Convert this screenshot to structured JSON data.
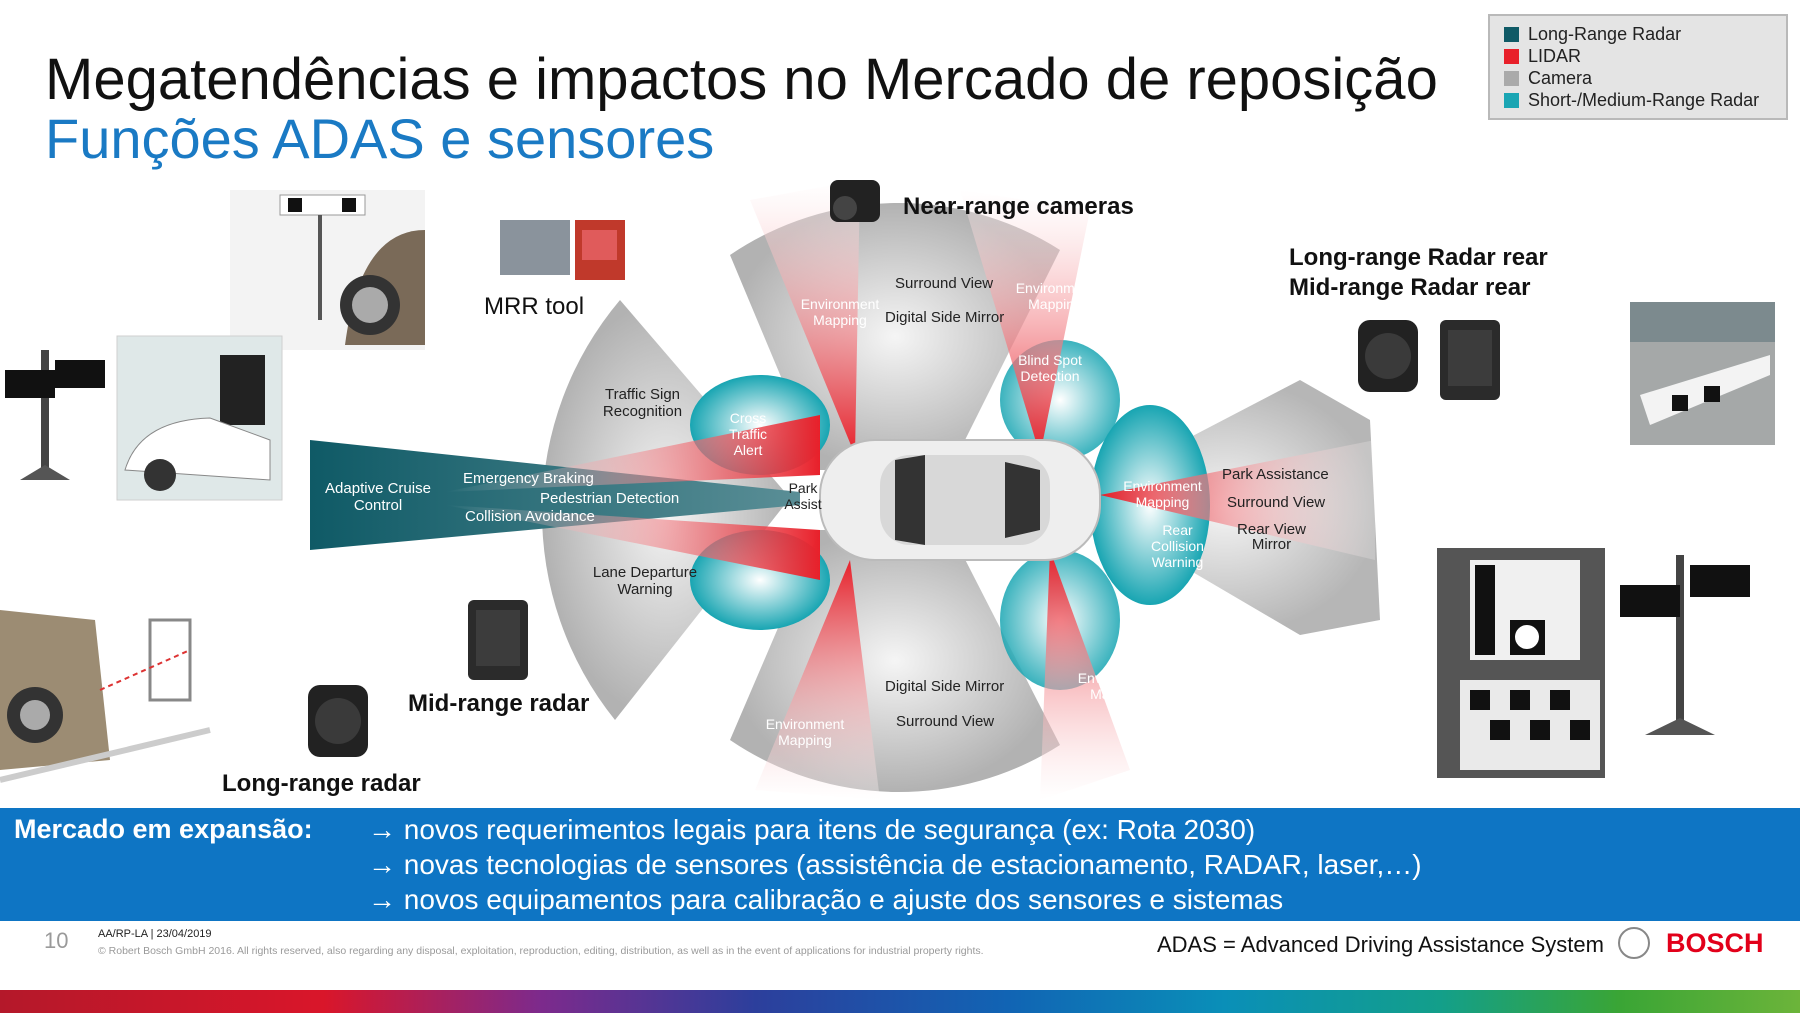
{
  "header": {
    "title": "Megatendências e impactos no Mercado de reposição",
    "subtitle": "Funções ADAS e sensores"
  },
  "legend": {
    "items": [
      {
        "label": "Long-Range Radar",
        "color": "#0f5a66"
      },
      {
        "label": "LIDAR",
        "color": "#e8202a"
      },
      {
        "label": "Camera",
        "color": "#aaaaaa"
      },
      {
        "label": "Short-/Medium-Range Radar",
        "color": "#1aa5b3"
      }
    ]
  },
  "diagram": {
    "labels": {
      "surround_view_top": "Surround View",
      "digital_side_mirror_top": "Digital Side Mirror",
      "env_mapping_top_left": "Environment Mapping",
      "env_mapping_top_right": "Environment Mapping",
      "blind_spot": "Blind Spot Detection",
      "traffic_sign": "Traffic Sign Recognition",
      "cross_traffic": "Cross Traffic Alert",
      "park_assist": "Park Assist",
      "adaptive_cruise": "Adaptive Cruise Control",
      "emergency_braking": "Emergency Braking",
      "pedestrian_detection": "Pedestrian Detection",
      "collision_avoidance": "Collision Avoidance",
      "env_mapping_front": "Environment Mapping",
      "lane_departure": "Lane Departure Warning",
      "env_mapping_rear": "Environment Mapping",
      "park_assistance": "Park Assistance",
      "surround_view_rear": "Surround View",
      "rear_view_mirror": "Rear View Mirror",
      "rear_collision": "Rear Collision Warning",
      "digital_side_mirror_bottom": "Digital Side Mirror",
      "surround_view_bottom": "Surround View",
      "env_mapping_bottom_left": "Environment Mapping",
      "env_mapping_bottom_right": "Environment Mapping"
    },
    "captions": {
      "near_range_cameras": "Near-range cameras",
      "mrr_tool": "MRR tool",
      "long_range_radar_rear": "Long-range Radar rear",
      "mid_range_radar_rear": "Mid-range Radar rear",
      "mid_range_radar": "Mid-range radar",
      "long_range_radar": "Long-range radar"
    }
  },
  "banner": {
    "label": "Mercado em expansão:",
    "lines": [
      "→ novos requerimentos legais para itens de segurança (ex: Rota 2030)",
      "→ novas tecnologias de sensores (assistência de estacionamento, RADAR, laser,…)",
      "→ novos equipamentos para calibração e ajuste dos sensores e sistemas"
    ]
  },
  "footer": {
    "page_number": "10",
    "ref": "AA/RP-LA | 23/04/2019",
    "copyright": "© Robert Bosch GmbH 2016. All rights reserved, also regarding any disposal, exploitation, reproduction, editing, distribution, as well as in the event of applications for industrial property rights.",
    "adas_definition": "ADAS = Advanced Driving Assistance System",
    "brand": "BOSCH"
  }
}
